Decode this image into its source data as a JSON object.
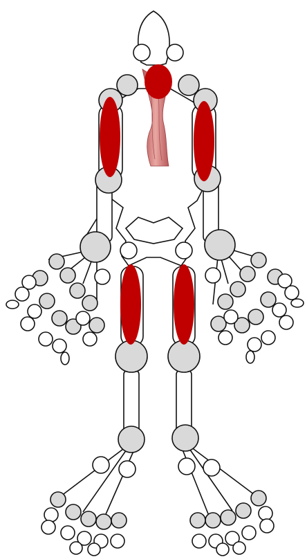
{
  "diagram": {
    "highlight_color": "#c00000",
    "joint_color": "#d9d9d9",
    "outline_color": "#111111",
    "highlighted_regions": [
      "head-marker",
      "left-upper-arm",
      "right-upper-arm",
      "left-thigh",
      "right-thigh"
    ],
    "overlay_image": "muscle-fiber"
  }
}
